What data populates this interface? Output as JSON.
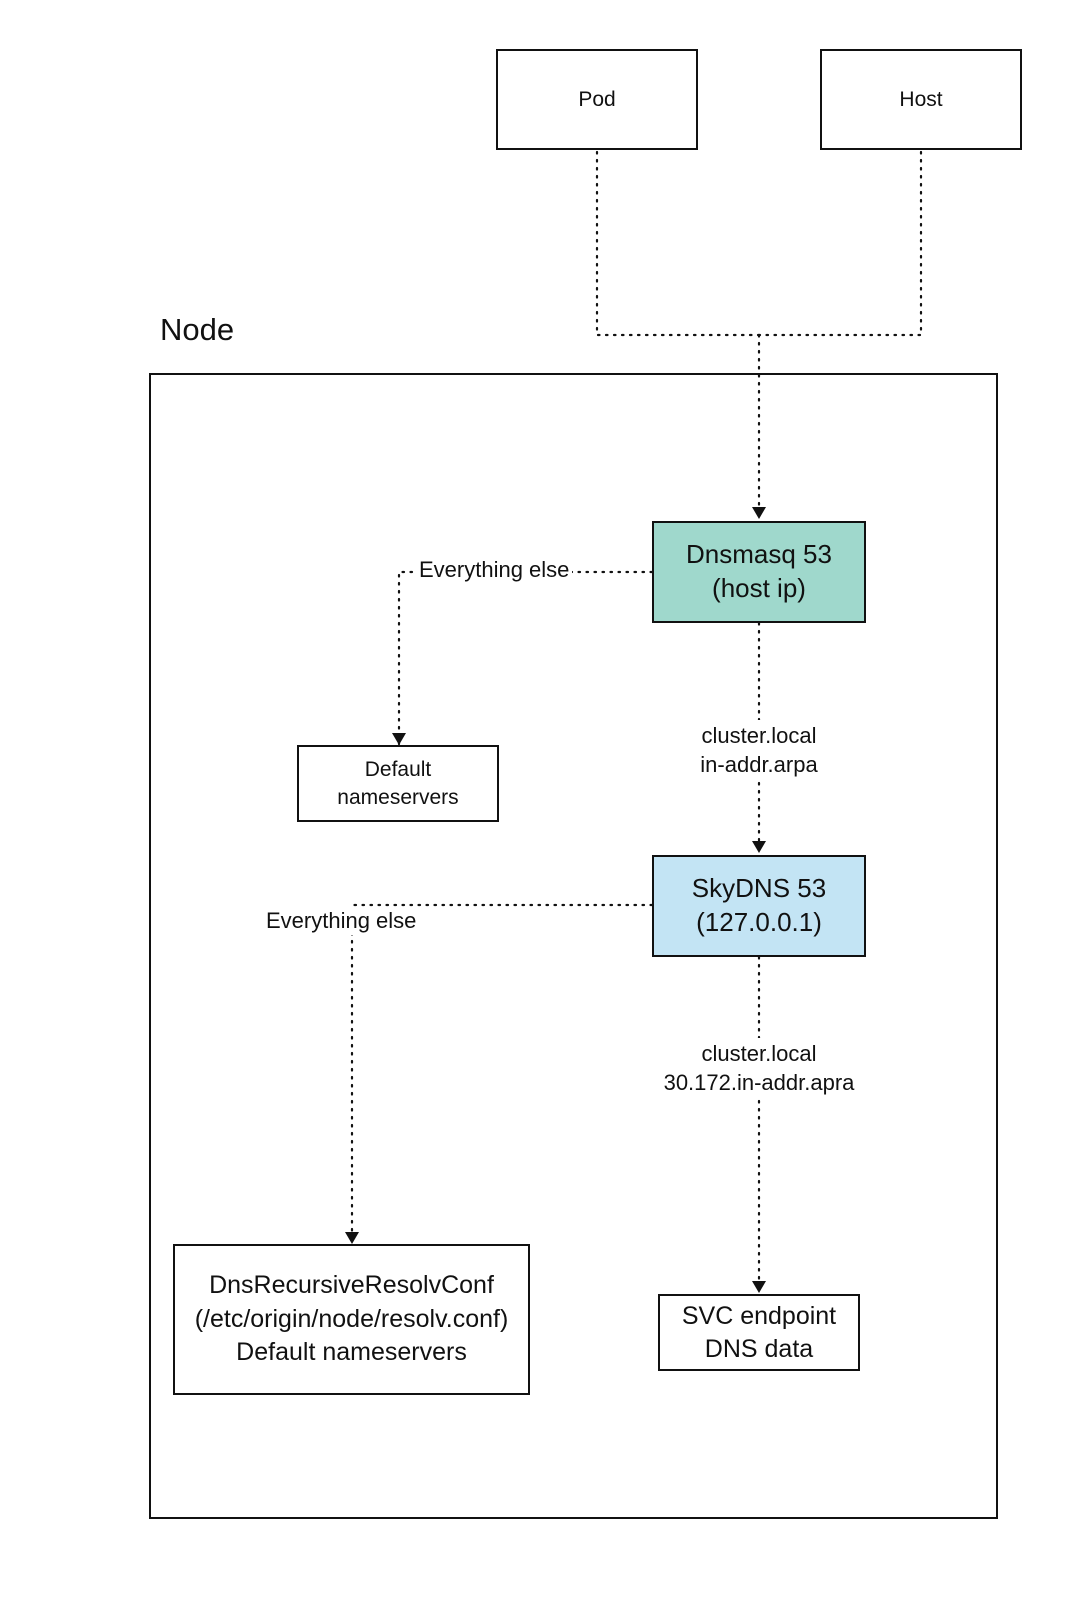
{
  "external": {
    "pod": "Pod",
    "host": "Host"
  },
  "node": {
    "title": "Node"
  },
  "dnsmasq": {
    "line1": "Dnsmasq 53",
    "line2": "(host ip)",
    "fill": "#9fd8cc"
  },
  "skydns": {
    "line1": "SkyDNS 53",
    "line2": "(127.0.0.1)",
    "fill": "#c3e4f4"
  },
  "default_ns": {
    "line1": "Default",
    "line2": "nameservers"
  },
  "recursive": {
    "line1": "DnsRecursiveResolvConf",
    "line2": "(/etc/origin/node/resolv.conf)",
    "line3": "Default nameservers"
  },
  "svc": {
    "line1": "SVC endpoint",
    "line2": "DNS data"
  },
  "edges": {
    "dnsmasq_else": "Everything else",
    "dnsmasq_to_skydns_1": "cluster.local",
    "dnsmasq_to_skydns_2": "in-addr.arpa",
    "skydns_else": "Everything else",
    "skydns_to_svc_1": "cluster.local",
    "skydns_to_svc_2": "30.172.in-addr.apra"
  }
}
